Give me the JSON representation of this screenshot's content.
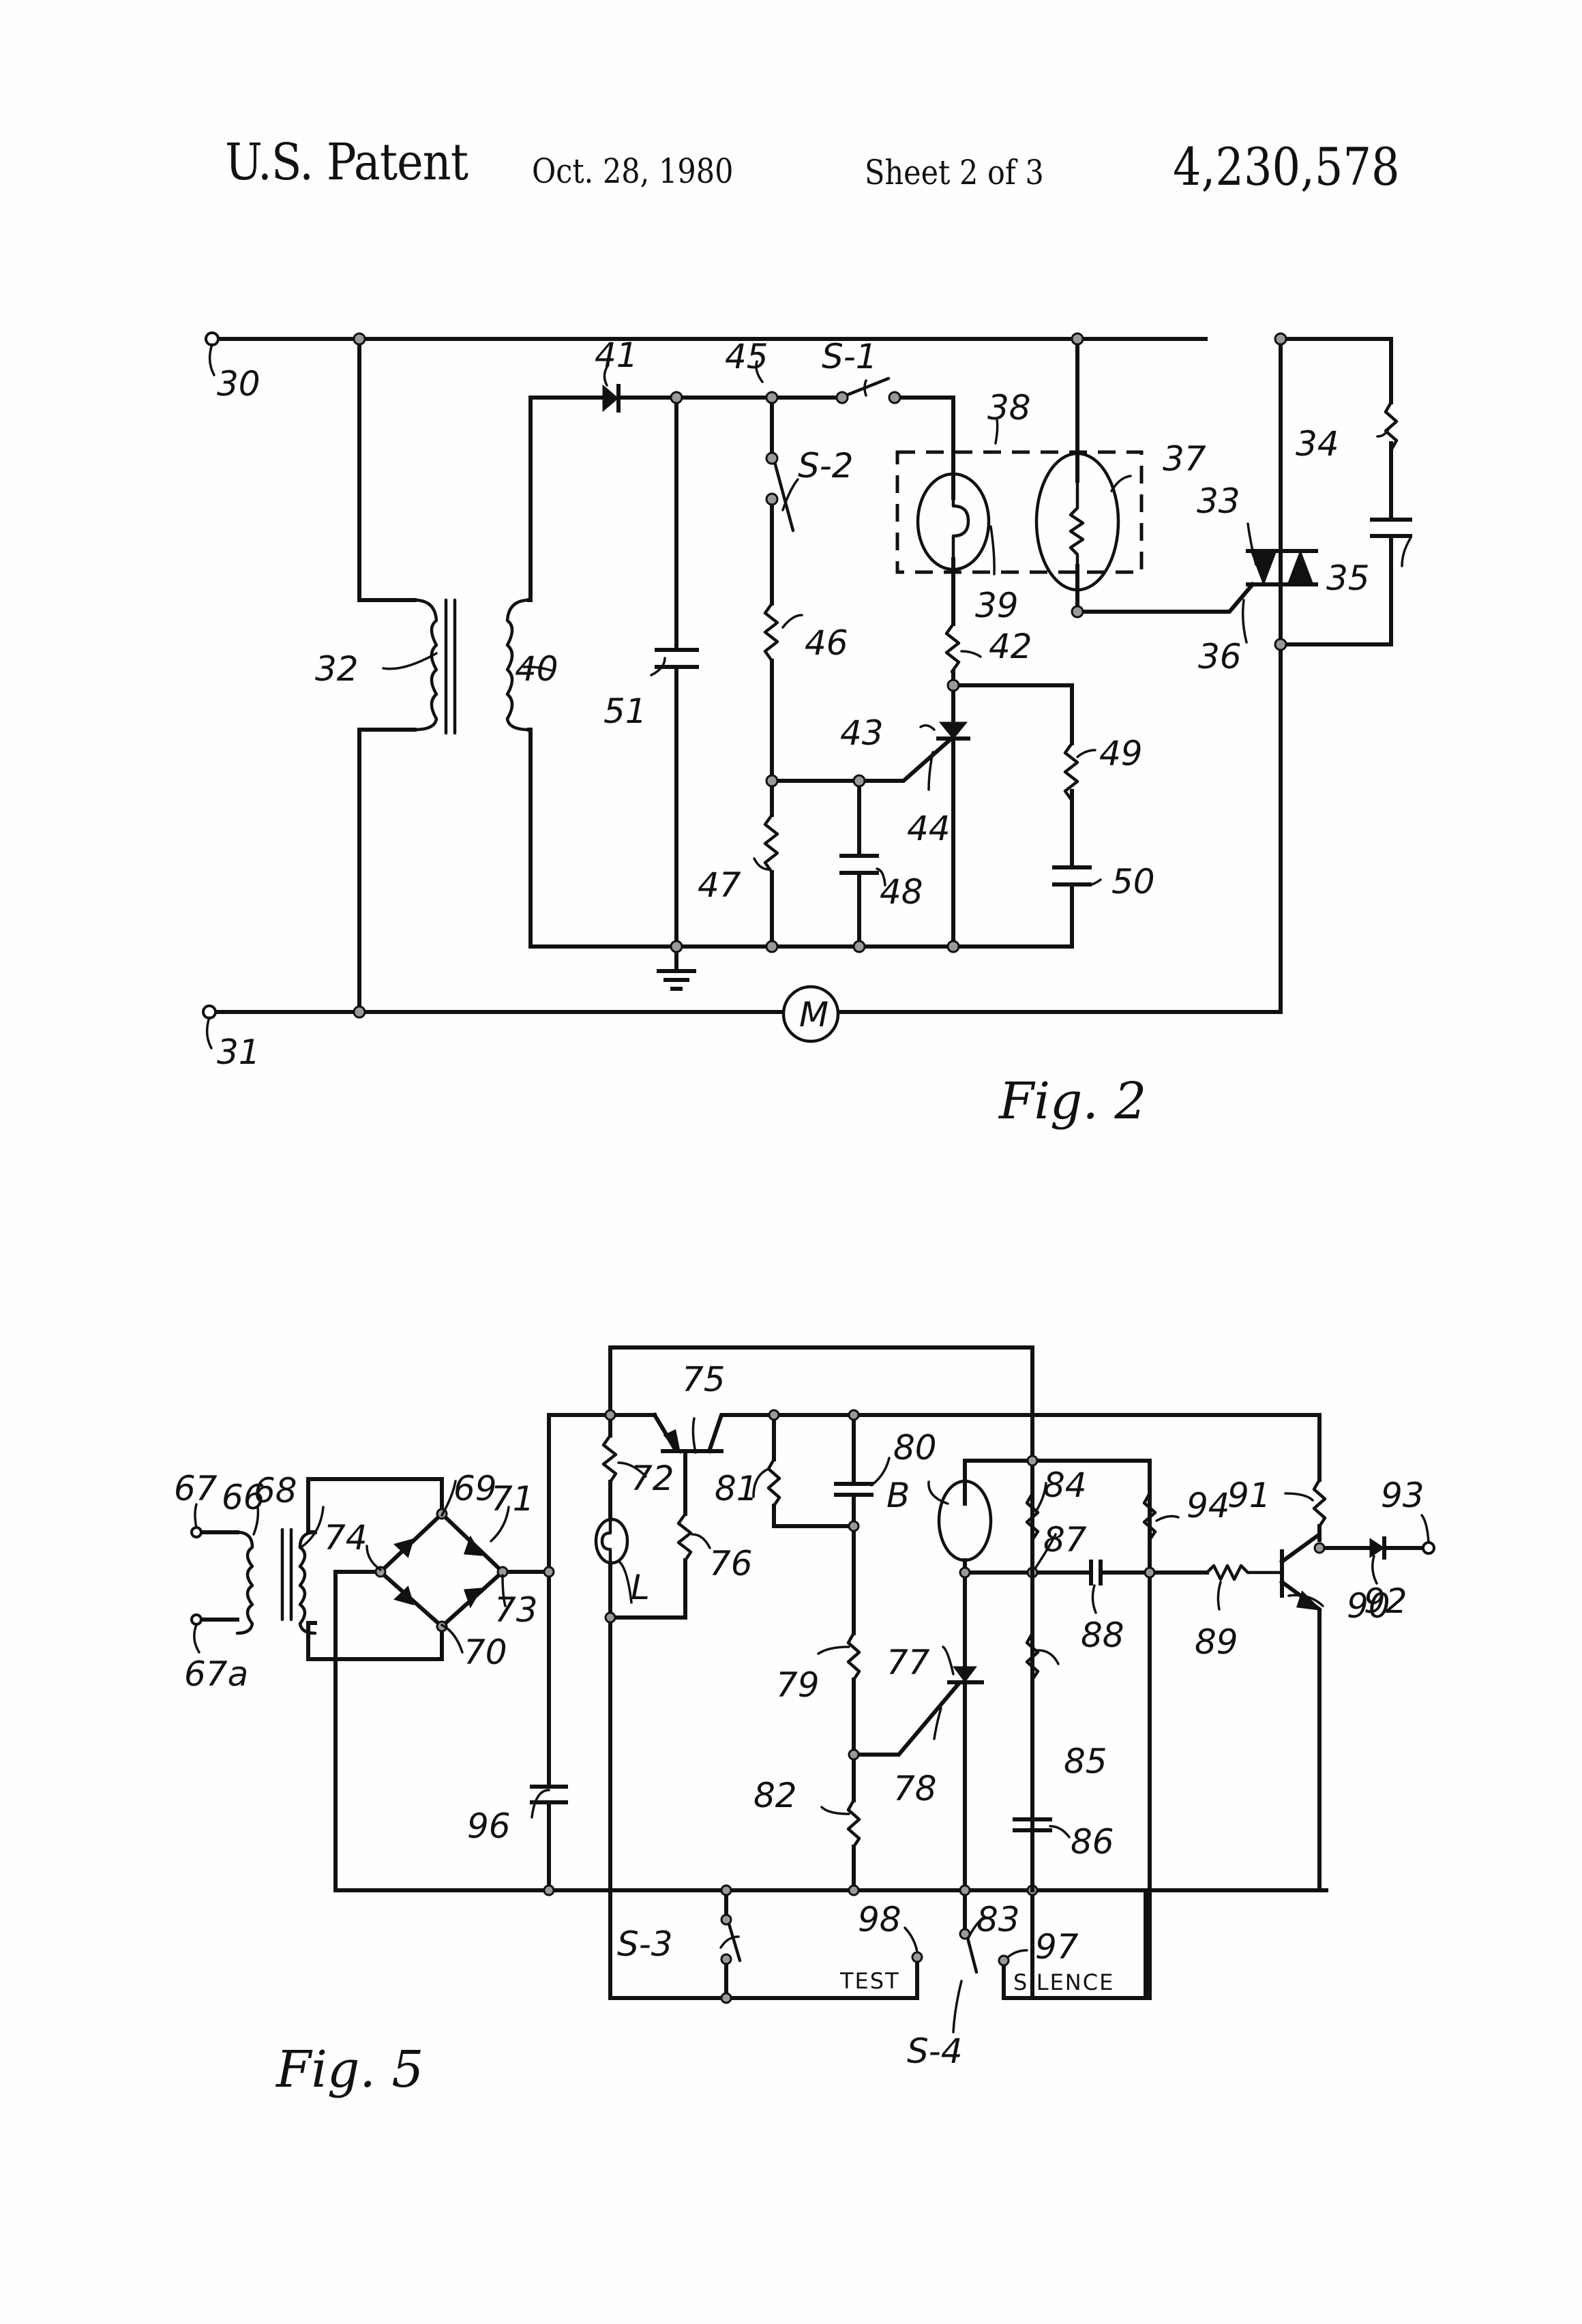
{
  "header": {
    "patent_label": "U.S. Patent",
    "date": "Oct. 28, 1980",
    "sheet": "Sheet 2 of 3",
    "patent_number": "4,230,578"
  },
  "figures": [
    {
      "caption": "Fig. 2",
      "labels": {
        "30": "30",
        "31": "31",
        "32": "32",
        "33": "33",
        "34": "34",
        "35": "35",
        "36": "36",
        "37": "37",
        "38": "38",
        "39": "39",
        "40": "40",
        "41": "41",
        "42": "42",
        "43": "43",
        "44": "44",
        "45": "45",
        "46": "46",
        "47": "47",
        "48": "48",
        "49": "49",
        "50": "50",
        "51": "51",
        "s1": "S-1",
        "s2": "S-2",
        "motor": "M"
      }
    },
    {
      "caption": "Fig. 5",
      "labels": {
        "66": "66",
        "67": "67",
        "67a": "67a",
        "68": "68",
        "69": "69",
        "70": "70",
        "71": "71",
        "72": "72",
        "73": "73",
        "74": "74",
        "75": "75",
        "76": "76",
        "77": "77",
        "78": "78",
        "79": "79",
        "80": "80",
        "81": "81",
        "82": "82",
        "83": "83",
        "84": "84",
        "85": "85",
        "86": "86",
        "87": "87",
        "88": "88",
        "89": "89",
        "90": "90",
        "91": "91",
        "92": "92",
        "93": "93",
        "94": "94",
        "96": "96",
        "97": "97",
        "98": "98",
        "s3": "S-3",
        "s4": "S-4",
        "lamp": "L",
        "buzzer": "B",
        "test": "TEST",
        "silence": "SILENCE"
      }
    }
  ]
}
